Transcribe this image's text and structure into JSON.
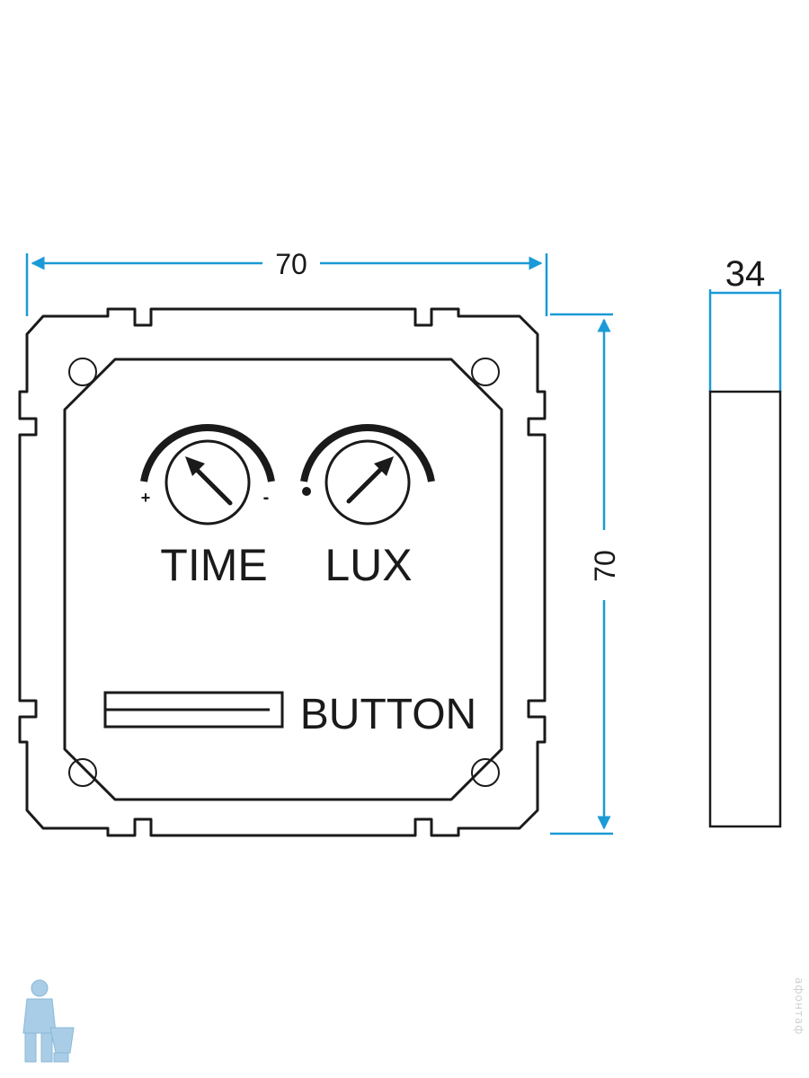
{
  "dimensions": {
    "front_width": "70",
    "front_height": "70",
    "side_depth": "34"
  },
  "labels": {
    "time": "TIME",
    "lux": "LUX",
    "button": "BUTTON",
    "time_plus": "+",
    "time_minus": "-"
  },
  "watermark": "афонтаф",
  "colors": {
    "line": "#1a1a1a",
    "dimension": "#1a9ad6",
    "logo": "#a9cde6"
  }
}
